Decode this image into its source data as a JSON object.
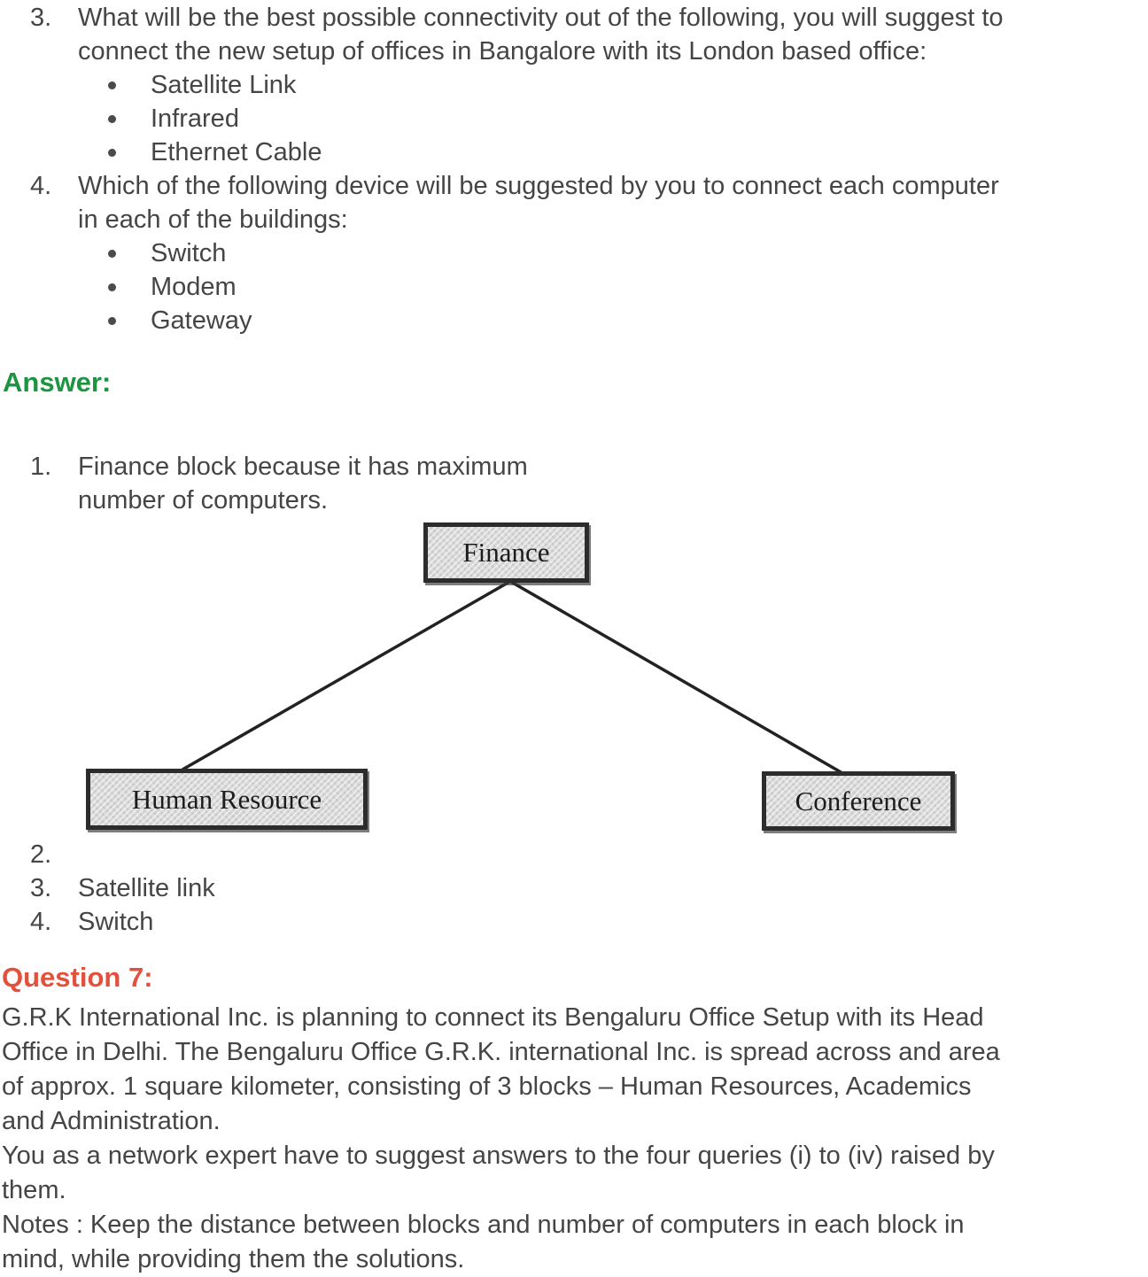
{
  "colors": {
    "body_text": "#454545",
    "answer_heading": "#1d9440",
    "question_heading": "#e2513d",
    "diagram_box_fill": "#d8d8d8",
    "diagram_box_border": "#2c2c2c"
  },
  "question_list": {
    "items": [
      {
        "number": "3.",
        "lines": [
          "What will be the best possible connectivity out of the following, you will suggest to",
          "connect the new setup of offices in Bangalore with its London based office:"
        ],
        "bullets": [
          "Satellite Link",
          "Infrared",
          "Ethernet Cable"
        ]
      },
      {
        "number": "4.",
        "lines": [
          "Which of the following device will be suggested by you to connect each computer",
          "in each of the buildings:"
        ],
        "bullets": [
          "Switch",
          "Modem",
          "Gateway"
        ]
      }
    ]
  },
  "answer": {
    "heading": "Answer:",
    "item1": {
      "number": "1.",
      "lines": [
        "Finance block because it has maximum",
        "number of computers."
      ]
    },
    "item2": {
      "number": "2.",
      "text": ""
    },
    "item3": {
      "number": "3.",
      "text": "Satellite link"
    },
    "item4": {
      "number": "4.",
      "text": "Switch"
    }
  },
  "diagram": {
    "nodes": [
      {
        "id": "finance",
        "label": "Finance"
      },
      {
        "id": "human-resource",
        "label": "Human Resource"
      },
      {
        "id": "conference",
        "label": "Conference"
      }
    ],
    "edges": [
      {
        "from": "finance",
        "to": "human-resource"
      },
      {
        "from": "finance",
        "to": "conference"
      }
    ]
  },
  "question7": {
    "heading": "Question 7:",
    "lines": [
      "G.R.K International Inc. is planning to connect its Bengaluru Office Setup with its Head",
      "Office in Delhi. The Bengaluru Office G.R.K. international Inc. is spread across and area",
      "of approx. 1 square kilometer, consisting of 3 blocks – Human Resources, Academics",
      "and Administration.",
      "You as a network expert have to suggest answers to the four queries (i) to (iv) raised by",
      "them.",
      "Notes : Keep the distance between blocks and number of computers in each block in",
      "mind, while providing them the solutions."
    ]
  }
}
